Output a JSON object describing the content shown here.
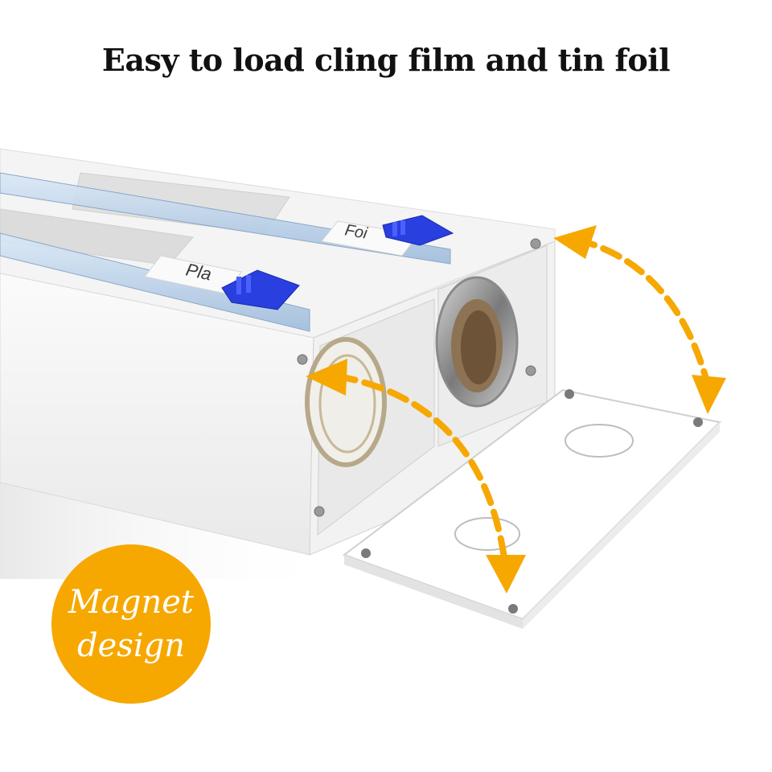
{
  "headline": "Easy to load cling film and tin foil",
  "badge": {
    "line1": "Magnet",
    "line2": "design",
    "color": "#F6A800"
  },
  "product_labels": {
    "foil_tab": "Foi",
    "plastic_tab": "Pla"
  },
  "colors": {
    "arrow": "#F6A800",
    "slider_blue": "#2A3FE0",
    "body_white": "#F7F7F7",
    "magnet_grey": "#8C8C8C"
  },
  "icons": [
    "double-headed-arrow-icon",
    "slider-cutter-icon",
    "magnet-icon"
  ]
}
